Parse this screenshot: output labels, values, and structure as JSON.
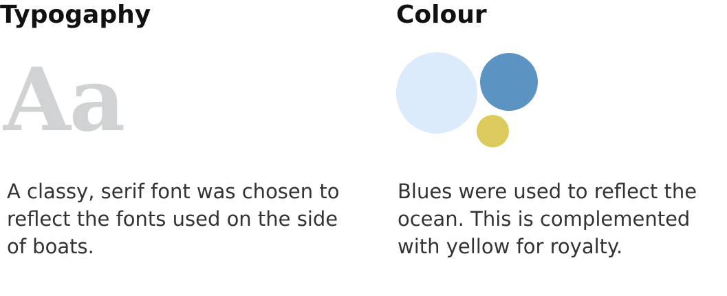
{
  "typography": {
    "heading": "Typogaphy",
    "specimen": "Aa",
    "description": "A classy, serif font was chosen to reflect the fonts used on the side of boats."
  },
  "colour": {
    "heading": "Colour",
    "swatches": [
      {
        "name": "light-blue",
        "hex": "#dbebfc"
      },
      {
        "name": "blue",
        "hex": "#5b93c2"
      },
      {
        "name": "yellow",
        "hex": "#dbcb5d"
      }
    ],
    "description": "Blues were used to reflect the ocean. This is complemented with yellow for royalty."
  },
  "colors": {
    "specimen_gray": "#d1d2d4",
    "heading_text": "#111111",
    "body_text": "#333333"
  }
}
